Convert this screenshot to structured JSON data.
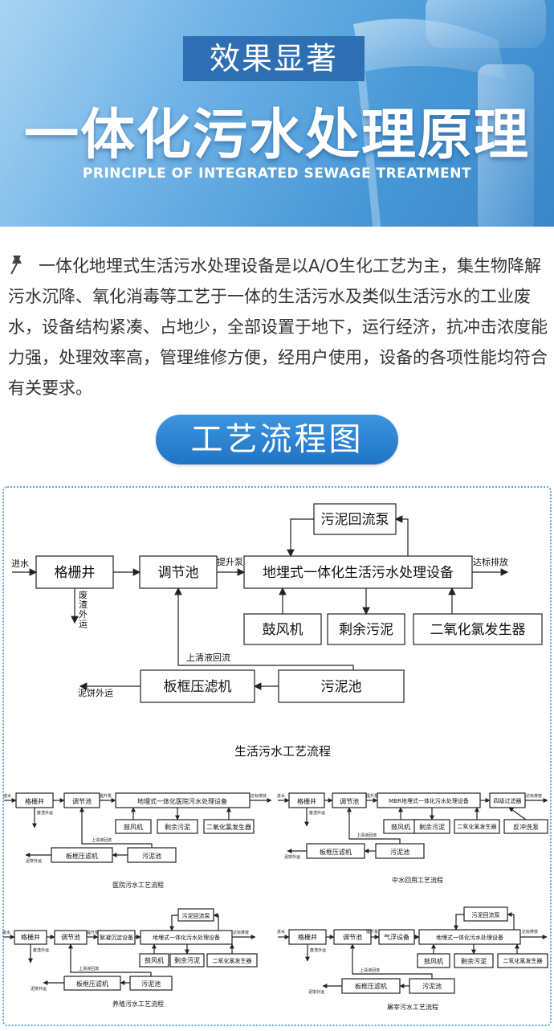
{
  "hero": {
    "badge": "效果显著",
    "title": "一体化污水处理原理",
    "subtitle": "PRINCIPLE OF INTEGRATED SEWAGE TREATMENT"
  },
  "intro": {
    "text": "一体化地埋式生活污水处理设备是以A/O生化工艺为主，集生物降解污水沉降、氧化消毒等工艺于一体的生活污水及类似生活污水的工业废水，设备结构紧凑、占地少，全部设置于地下，运行经济，抗冲击浓度能力强，处理效率高，管理维修方便，经用户使用，设备的各项性能均符合有关要求。"
  },
  "section": {
    "title": "工艺流程图"
  },
  "main_flow": {
    "caption": "生活污水工艺流程",
    "inflow": "进水",
    "grille": "格栅井",
    "waste": "废渣外运",
    "tank": "调节池",
    "pump": "提升泵",
    "equipment": "地埋式一体化生活污水处理设备",
    "discharge": "达标排放",
    "return_pump": "污泥回流泵",
    "blower": "鼓风机",
    "excess_sludge": "剩余污泥",
    "chlorine": "二氧化氯发生器",
    "supernatant": "上清液回流",
    "filter_press": "板框压滤机",
    "sludge_tank": "污泥池",
    "cake": "泥饼外运"
  },
  "mini_flows": [
    {
      "caption": "医院污水工艺流程",
      "inflow": "进水",
      "grille": "格栅井",
      "waste": "废渣外运",
      "tank": "调节池",
      "pump": "提升泵",
      "equipment": "地埋式一体化医院污水处理设备",
      "discharge": "达标排放",
      "blower": "鼓风机",
      "excess_sludge": "剩余污泥",
      "chlorine": "二氧化氯发生器",
      "supernatant": "上清液回流",
      "filter_press": "板框压滤机",
      "sludge_tank": "污泥池",
      "cake": "泥饼外运"
    },
    {
      "caption": "中水回用工艺流程",
      "inflow": "进水",
      "grille": "格栅井",
      "waste": "废渣外运",
      "tank": "调节池",
      "pump": "提升泵",
      "equipment": "MBR地埋式一体化污水处理设备",
      "filter": "四级过滤器",
      "discharge": "达标排放",
      "blower": "鼓风机",
      "excess_sludge": "剩余污泥",
      "chlorine": "二氧化氯发生器",
      "backwash": "反冲洗泵",
      "supernatant": "上清液回流",
      "filter_press": "板框压滤机",
      "sludge_tank": "污泥池",
      "cake": "泥饼外运"
    },
    {
      "caption": "养殖污水工艺流程",
      "inflow": "进水",
      "grille": "格栅井",
      "waste": "废渣外运",
      "tank": "调节池",
      "pump": "提升泵",
      "pre": "絮凝沉淀设备",
      "equipment": "地埋式一体化污水处理设备",
      "discharge": "达标排放",
      "return_pump": "污泥回流泵",
      "blower": "鼓风机",
      "excess_sludge": "剩余污泥",
      "chlorine": "二氧化氯发生器",
      "supernatant": "上清液回流",
      "filter_press": "板框压滤机",
      "sludge_tank": "污泥池",
      "cake": "泥饼外运"
    },
    {
      "caption": "屠宰污水工艺流程",
      "inflow": "进水",
      "grille": "格栅井",
      "waste": "废渣外运",
      "tank": "调节池",
      "pump": "提升泵",
      "pre": "气浮设备",
      "equipment": "地埋式一体化污水处理设备",
      "discharge": "达标排放",
      "return_pump": "污泥回流泵",
      "blower": "鼓风机",
      "excess_sludge": "剩余污泥",
      "chlorine": "二氧化氯发生器",
      "supernatant": "上清液回流",
      "filter_press": "板框压滤机",
      "sludge_tank": "污泥池",
      "cake": "泥饼外运"
    }
  ],
  "colors": {
    "accent": "#2e6fb3",
    "pill": "#1f74c4",
    "frame": "#5aa6dd",
    "hero": "#4797d6"
  }
}
